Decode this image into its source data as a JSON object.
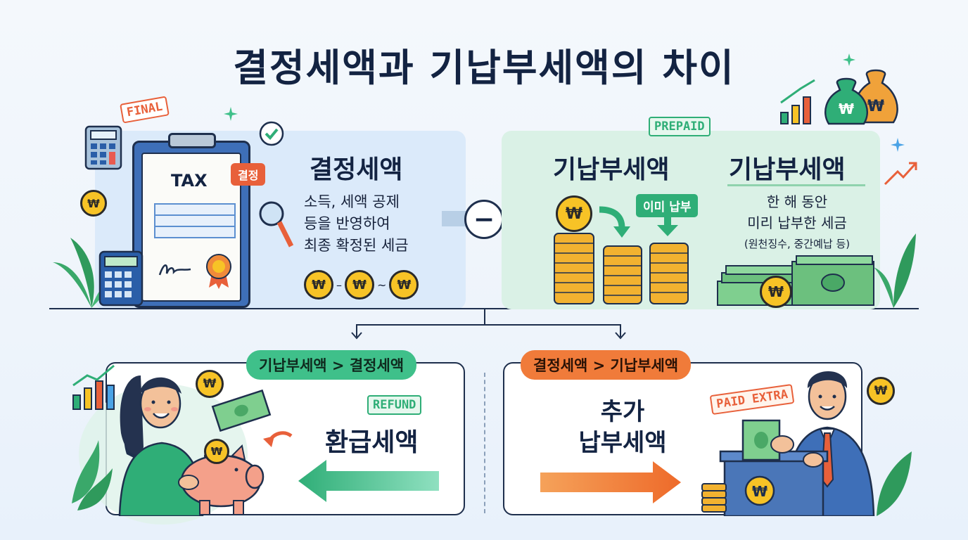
{
  "title": "결정세액과 기납부세액의 차이",
  "left_panel": {
    "tag": "FINAL",
    "clipboard_heading": "TAX",
    "stamp_label": "결정",
    "heading": "결정세액",
    "description_lines": [
      "소득, 세액 공제",
      "등을 반영하여",
      "최종 확정된 세금"
    ],
    "coin_symbol": "₩",
    "coin_separators": [
      "–",
      "~"
    ]
  },
  "operator_symbol": "−",
  "right_panel": {
    "tag": "PREPAID",
    "heading_left": "기납부세액",
    "badge": "이미 납부",
    "heading_right": "기납부세액",
    "description_lines": [
      "한 해 동안",
      "미리 납부한 세금"
    ],
    "note": "(원천징수, 중간예납 등)",
    "coin_symbol": "₩"
  },
  "bottom_left": {
    "condition": "기납부세액 > 결정세액",
    "tag": "REFUND",
    "label": "환급세액"
  },
  "bottom_right": {
    "condition": "결정세액 > 기납부세액",
    "tag": "PAID EXTRA",
    "label_lines": [
      "추가",
      "납부세액"
    ],
    "coin_symbol": "₩"
  },
  "colors": {
    "navy": "#132342",
    "green": "#2fae77",
    "orange": "#f07b3a",
    "coin": "#f7c326",
    "blue_panel": "#dbeafa",
    "green_panel": "#daf1e6"
  }
}
